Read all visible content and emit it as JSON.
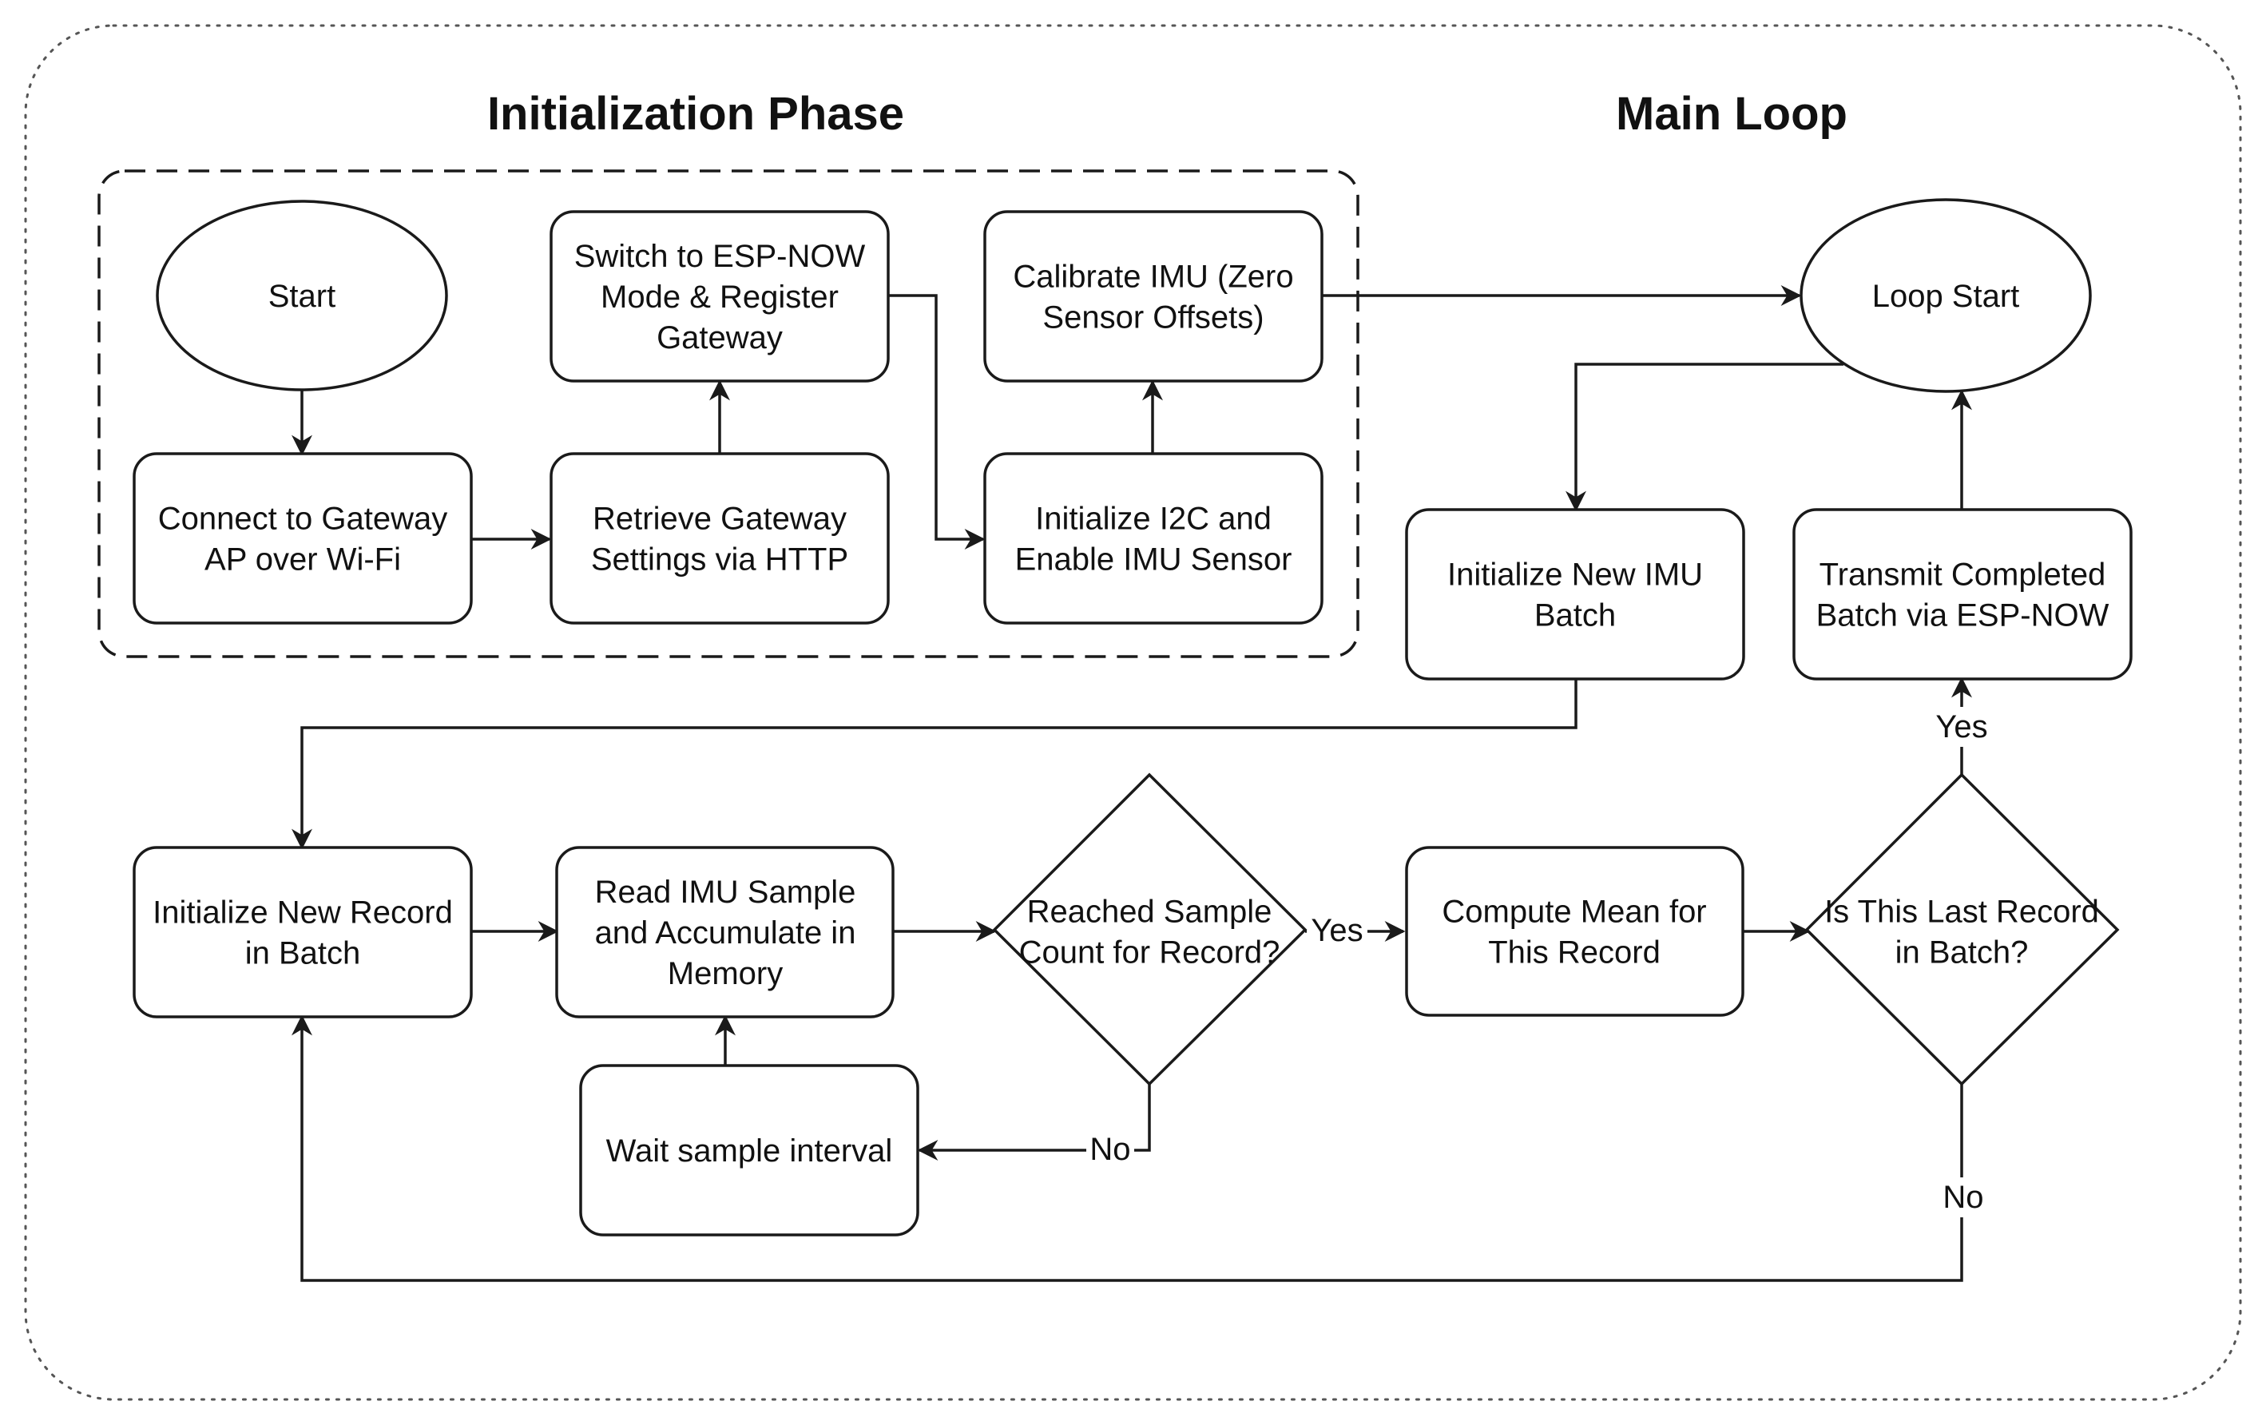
{
  "titles": {
    "init_phase": "Initialization Phase",
    "main_loop": "Main Loop"
  },
  "nodes": {
    "start": [
      "Start"
    ],
    "connect_gateway": [
      "Connect to Gateway",
      "AP over Wi-Fi"
    ],
    "retrieve_settings": [
      "Retrieve Gateway",
      "Settings via HTTP"
    ],
    "switch_espnow": [
      "Switch to ESP-NOW",
      "Mode & Register",
      "Gateway"
    ],
    "init_i2c": [
      "Initialize I2C and",
      "Enable IMU Sensor"
    ],
    "calibrate_imu": [
      "Calibrate IMU (Zero",
      "Sensor Offsets)"
    ],
    "loop_start": [
      "Loop Start"
    ],
    "init_batch": [
      "Initialize New IMU",
      "Batch"
    ],
    "transmit_batch": [
      "Transmit Completed",
      "Batch via ESP-NOW"
    ],
    "init_record": [
      "Initialize New Record",
      "in Batch"
    ],
    "read_sample": [
      "Read IMU Sample",
      "and Accumulate in",
      "Memory"
    ],
    "wait_interval": [
      "Wait sample interval"
    ],
    "reached_count": [
      "Reached Sample",
      "Count for Record?"
    ],
    "compute_mean": [
      "Compute Mean for",
      "This Record"
    ],
    "last_record": [
      "Is This Last Record",
      "in Batch?"
    ]
  },
  "edge_labels": {
    "reached_yes": "Yes",
    "reached_no": "No",
    "last_yes": "Yes",
    "last_no": "No"
  },
  "colors": {
    "stroke": "#1a1a1a",
    "fill": "#ffffff",
    "text": "#111111",
    "frame": "#555555"
  }
}
